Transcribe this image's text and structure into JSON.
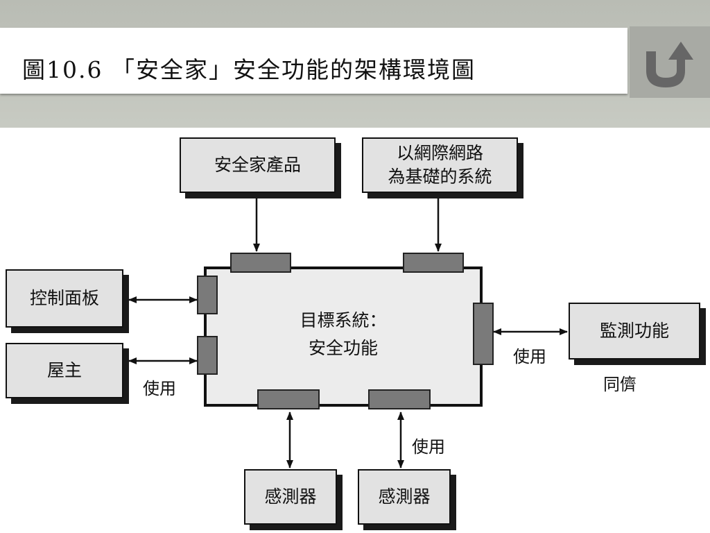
{
  "title": "圖10.6 「安全家」安全功能的架構環境圖",
  "nav": {
    "icon": "u-turn-back-icon"
  },
  "diagram": {
    "core_label": "目標系統：\n安全功能",
    "nodes": {
      "product": "安全家產品",
      "internet": "以網際網路\n為基礎的系統",
      "control_panel": "控制面板",
      "owner": "屋主",
      "monitor": "監測功能",
      "sensor1": "感測器",
      "sensor2": "感測器"
    },
    "annotations": {
      "uses_left": "使用",
      "uses_right": "使用",
      "uses_bottom": "使用",
      "peer": "同儕"
    }
  }
}
